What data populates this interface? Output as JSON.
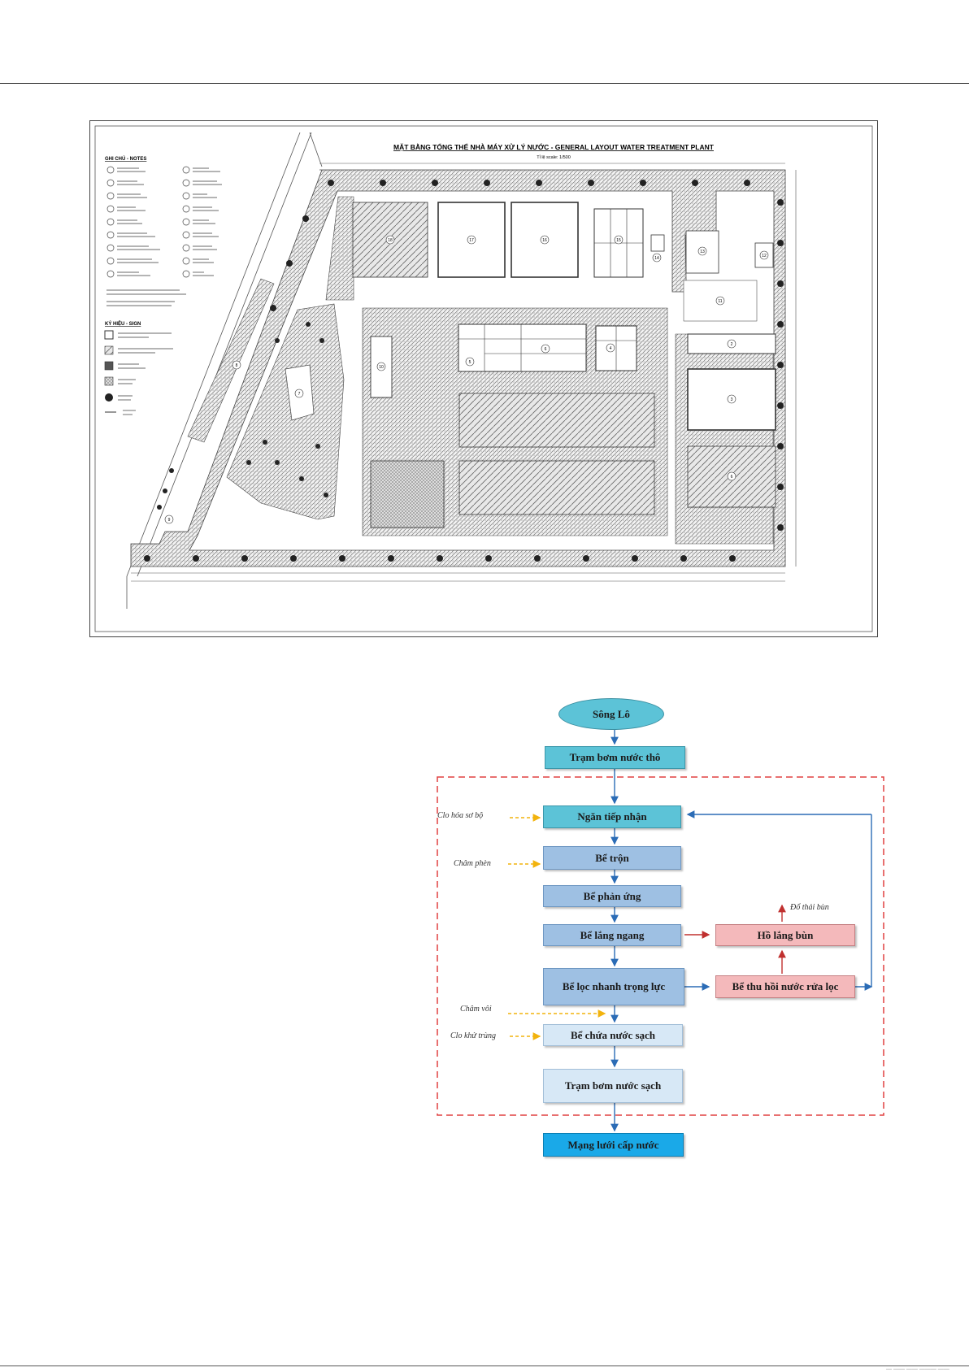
{
  "page": {
    "footer": "— —— —— ——— ——"
  },
  "site_plan": {
    "title": "MẶT BẰNG TỔNG THỂ NHÀ MÁY XỬ LÝ NƯỚC - GENERAL LAYOUT WATER TREATMENT PLANT",
    "subtitle": "Tỉ lệ scale: 1/500",
    "notes_title": "GHI CHÚ - NOTES",
    "legend_title": "KÝ HIỆU - SIGN",
    "unit_labels": [
      "1",
      "2",
      "3",
      "4",
      "5",
      "6",
      "7",
      "8",
      "9",
      "10",
      "11",
      "12",
      "13",
      "14",
      "15",
      "16",
      "17",
      "18"
    ]
  },
  "flowchart": {
    "source": "Sông Lô",
    "raw_pump": "Trạm bơm nước thô",
    "receiving": "Ngăn tiếp nhận",
    "mixing": "Bể trộn",
    "reaction": "Bể phản ứng",
    "sedimentation": "Bể lắng ngang",
    "sludge_lagoon": "Hồ lắng bùn",
    "sludge_out": "Đổ thải bùn",
    "filter": "Bể lọc nhanh trọng lực",
    "backwash": "Bể thu hồi nước rửa lọc",
    "clear_tank": "Bể chứa nước sạch",
    "clean_pump": "Trạm bơm nước sạch",
    "network": "Mạng lưới cấp nước",
    "chem_preclor": "Clo hóa sơ bộ",
    "chem_alum": "Châm phèn",
    "chem_lime": "Châm vôi",
    "chem_disinfect": "Clo khử trùng"
  },
  "colors": {
    "cyan": "#5cc3d7",
    "blue": "#9ec0e3",
    "light": "#d7e8f6",
    "pink": "#f4b9bb",
    "bright": "#1aa9e8",
    "boundary": "#e04040",
    "arrow_blue": "#2b6cb6",
    "arrow_red": "#c0302f",
    "dashed_yellow": "#f2b30d"
  }
}
